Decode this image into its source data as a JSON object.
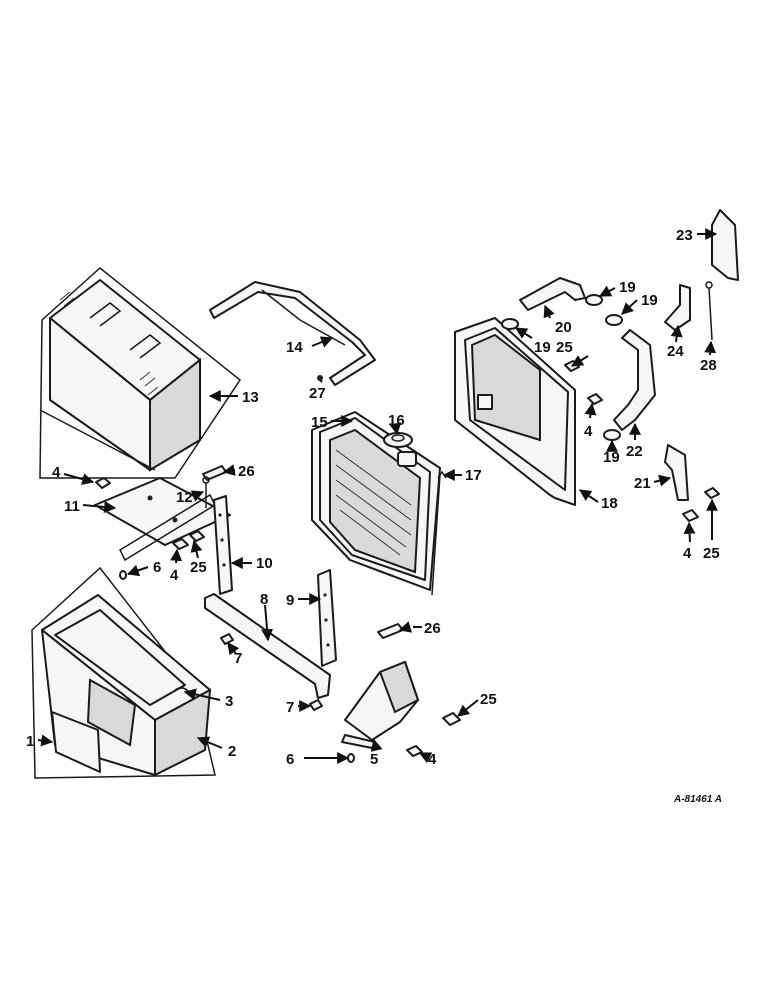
{
  "callouts": {
    "c1": "1",
    "c2": "2",
    "c3": "3",
    "c4a": "4",
    "c4b": "4",
    "c4c": "4",
    "c4d": "4",
    "c4e": "4",
    "c5": "5",
    "c6a": "6",
    "c6b": "6",
    "c7a": "7",
    "c7b": "7",
    "c8": "8",
    "c9": "9",
    "c10": "10",
    "c11": "11",
    "c12": "12",
    "c13": "13",
    "c14": "14",
    "c15": "15",
    "c16": "16",
    "c17": "17",
    "c18": "18",
    "c19a": "19",
    "c19b": "19",
    "c19c": "19",
    "c19d": "19",
    "c20": "20",
    "c21": "21",
    "c22": "22",
    "c23": "23",
    "c24": "24",
    "c25a": "25",
    "c25b": "25",
    "c25c": "25",
    "c25d": "25",
    "c26a": "26",
    "c26b": "26",
    "c27": "27",
    "c28": "28"
  },
  "reference": "A-81461 A"
}
